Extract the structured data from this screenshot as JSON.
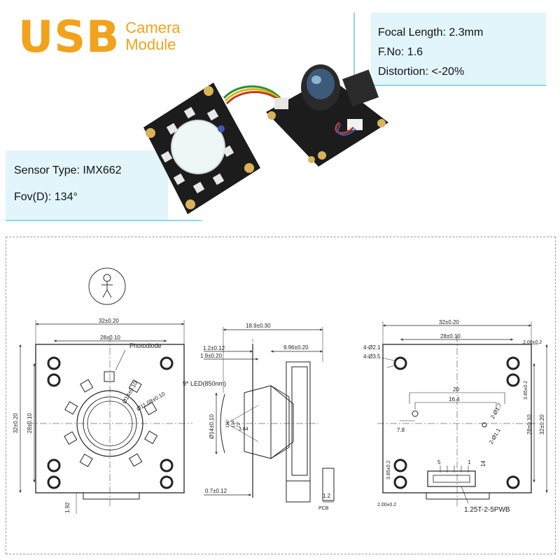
{
  "title": {
    "main": "USB",
    "sub_line1": "Camera",
    "sub_line2": "Module"
  },
  "specs_right": {
    "focal_length": "Focal Length: 2.3mm",
    "fno": "F.No: 1.6",
    "distortion": "Distortion: <-20%"
  },
  "specs_left": {
    "sensor": "Sensor Type: IMX662",
    "fov": "Fov(D): 134°"
  },
  "colors": {
    "accent": "#f2a21b",
    "callout_bg": "#dcf3fa",
    "callout_line": "#8ed8ea",
    "board": "#1c1c1c",
    "gold": "#d8b35a"
  },
  "drawing": {
    "front": {
      "d_outer_w": "32±0.20",
      "d_inner_w": "28±0.10",
      "d_outer_h": "32±0.20",
      "d_inner_h": "28±0.10",
      "photodiode": "Photodiode",
      "led": "9* LED(850nm)",
      "d_ring": "Ø14±0.10",
      "d_hole": "Ø11.08±0.10",
      "d_bottom": "1.92"
    },
    "side": {
      "d_total": "18.9±0.30",
      "d_a": "1.2±0.12",
      "d_b": "1.9±0.20",
      "d_c": "9.96±0.20",
      "d_dia": "Ø14±0.10",
      "d_bot": "0.7±0.12",
      "d_pcb": "1.2",
      "pcb": "PCB",
      "d_lens": "3.64",
      "a1": "156°",
      "a2": "134°",
      "a3": "72°"
    },
    "back": {
      "d_outer_w": "32±0.20",
      "d_inner_w": "28±0.10",
      "d_edge": "2.00±0.2",
      "h1": "4-Ø2.1",
      "h2": "4-Ø3.5",
      "d_20": "20",
      "d_164": "16.4",
      "d_78": "7.8",
      "d_17": "2-Ø1.7",
      "d_11": "2-Ø1.1",
      "d_385t": "3.85±0.2",
      "d_385b": "3.85±0.2",
      "d_edge_b": "2.00±0.2",
      "d_inner_h": "28±0.10",
      "d_outer_h": "32±0.20",
      "pin5": "5",
      "pin1": "1",
      "d_14": "14",
      "connector": "1.25T-2-5PWB"
    }
  }
}
